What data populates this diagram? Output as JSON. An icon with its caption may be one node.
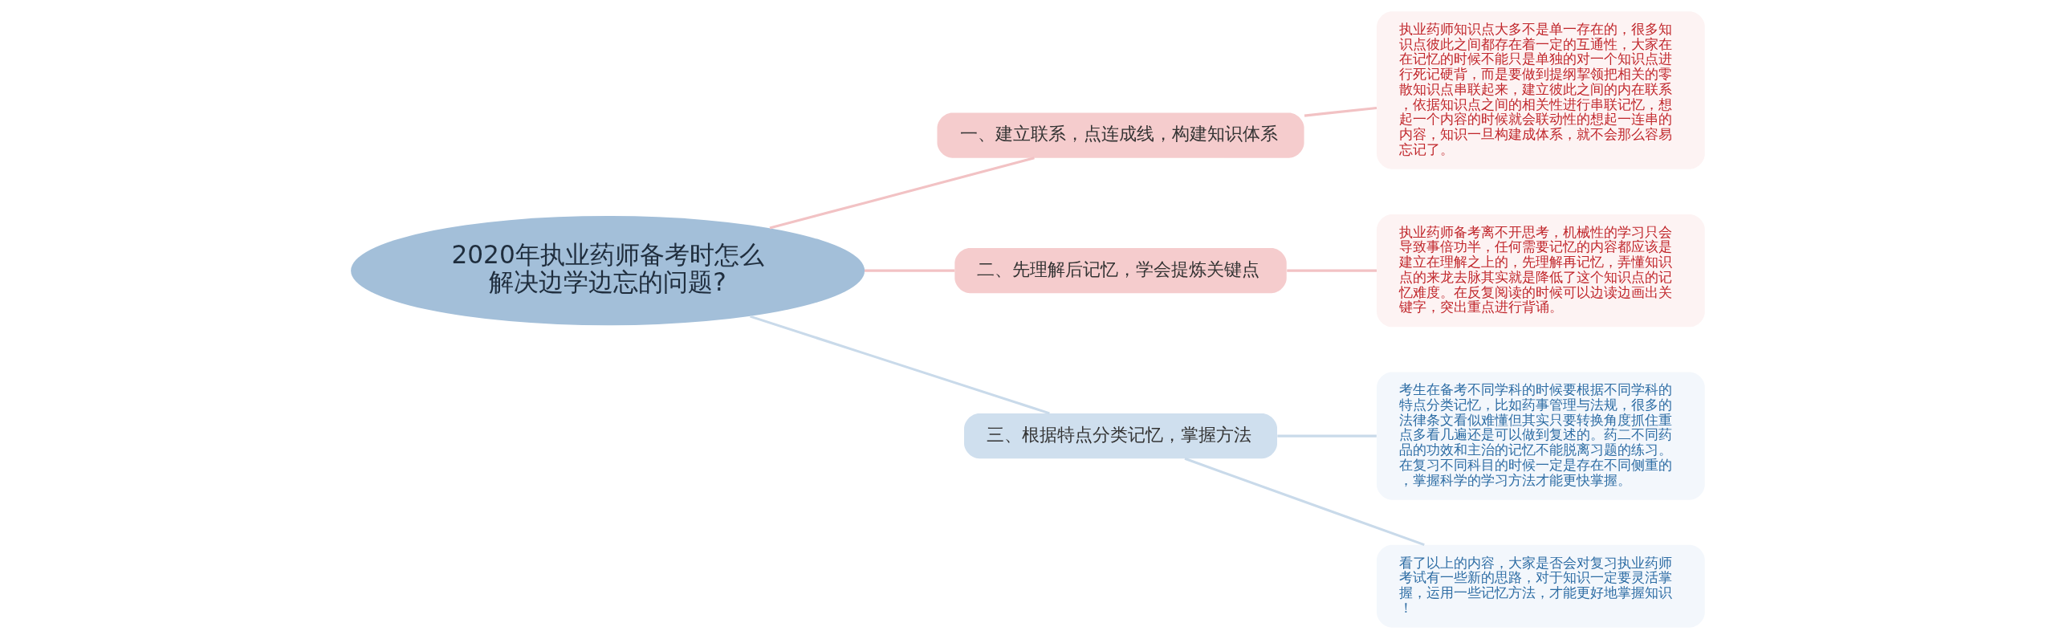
{
  "diagram": {
    "nodes": [
      {
        "text": [
          "2020年执业药师备考时怎么解决边学边忘的问题?"
        ]
      },
      {
        "text": [
          "一、建立联系，点连成线，构建知识体系"
        ]
      },
      {
        "text": [
          "执业药师知识点大多不是单一存在的，很多知识点彼此之间都存在着一定的互通性，大家在在记忆的时候不能只是单独的对一个知识点进行死记硬背，而是要做到提纲挈领把相关的零散知识点串联起来，建立彼此之间的内在联系，依据知识点之间的相关性进行串联记忆，想起一个内容的时候就会联动性的想起一连串的内容，知识一旦构建成体系，就不会那么容易忘记了。"
        ]
      },
      {
        "text": [
          "二、先理解后记忆，学会提炼关键点"
        ]
      },
      {
        "text": [
          "执业药师备考离不开思考，机械性的学习只会导致事倍功半，任何需要记忆的内容都应该是建立在理解之上的，先理解再记忆，弄懂知识点的来龙去脉其实就是降低了这个知识点的记忆难度。在反复阅读的时候可以边读边画出关键字，突出重点进行背诵。"
        ]
      },
      {
        "text": [
          "三、根据特点分类记忆，掌握方法"
        ]
      },
      {
        "text": [
          "考生在备考不同学科的时候要根据不同学科的特点分类记忆，比如药事管理与法规，很多的法律条文看似难懂但其实只要转换角度抓住重点多看几遍还是可以做到复述的。药二不同药品的功效和主治的记忆不能脱离习题的练习。在复习不同科目的时候一定是存在不同侧重的，掌握科学的学习方法才能更快掌握。"
        ]
      },
      {
        "text": [
          "看了以上的内容，大家是否会对复习执业药师考试有一些新的思路，对于知识一定要灵活掌握，运用一些记忆方法，才能更好地掌握知识！"
        ]
      }
    ],
    "edges": [
      {
        "from": 0,
        "to": 1,
        "arrow": "none"
      },
      {
        "from": 1,
        "to": 2,
        "arrow": "none"
      },
      {
        "from": 0,
        "to": 3,
        "arrow": "none"
      },
      {
        "from": 3,
        "to": 4,
        "arrow": "none"
      },
      {
        "from": 0,
        "to": 5,
        "arrow": "none",
        "color": "#c9daea"
      },
      {
        "from": 5,
        "to": 6,
        "arrow": "none",
        "color": "#c9daea"
      },
      {
        "from": 5,
        "to": 7,
        "arrow": "none",
        "color": "#c9daea"
      }
    ]
  }
}
